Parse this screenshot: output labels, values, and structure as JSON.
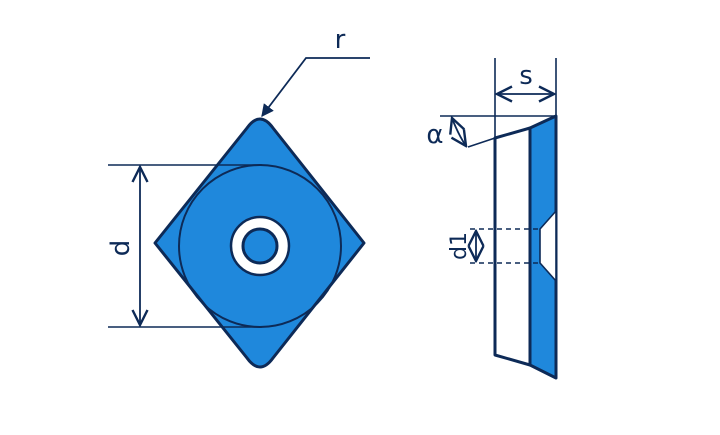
{
  "labels": {
    "r": "r",
    "d": "d",
    "s": "s",
    "alpha": "α",
    "d1": "d1"
  },
  "colors": {
    "fill": "#1f88dc",
    "outline": "#0d2a57",
    "background": "#ffffff"
  }
}
